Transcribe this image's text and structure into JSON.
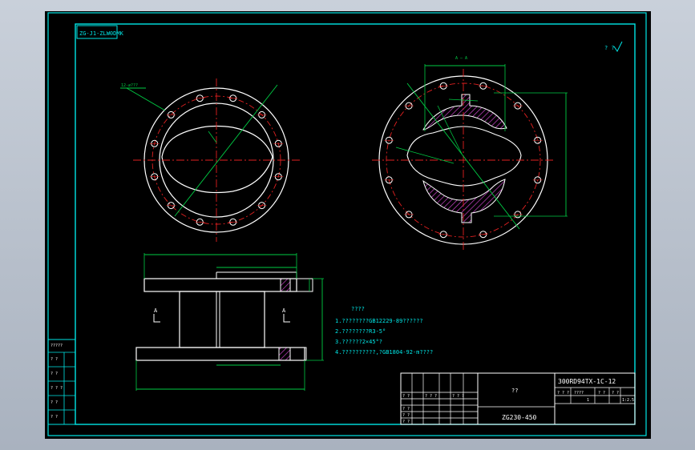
{
  "colors": {
    "background": "#000000",
    "frame": "#00e5e5",
    "outline": "#ffffff",
    "centerline": "#e02020",
    "dimension": "#00cc44",
    "hatch": "#cc44cc",
    "text": "#ffffff",
    "label_text": "#00e5e5"
  },
  "drawing": {
    "corner_code": "ZG-J1-ZLW0DMK",
    "roughness_mark": "? ?",
    "hole_callout": "12-⌀???",
    "section_label": "A",
    "section_top_label": "A — A",
    "notes_title": "????",
    "notes": [
      "1.????????GB12229-89??????",
      "2.????????R3-5°",
      "3.??????2×45°?",
      "4.??????????,?GB1804-92-m????"
    ],
    "title_block": {
      "drawing_number": "300RD94TX-1C-12",
      "part_name": "??",
      "material": "ZG230-450",
      "quantity": "1",
      "scale": "1:2.5",
      "header_labels": [
        "? ? ?",
        "????",
        "? ?",
        "? ?"
      ],
      "row_labels": [
        "? ?",
        "? ? ?",
        "? ? ?",
        "? ?",
        "? ?",
        "? ?"
      ]
    },
    "left_table": [
      "?????",
      "? ?",
      "? ?",
      "? ? ?",
      "? ?",
      "? ?"
    ]
  }
}
